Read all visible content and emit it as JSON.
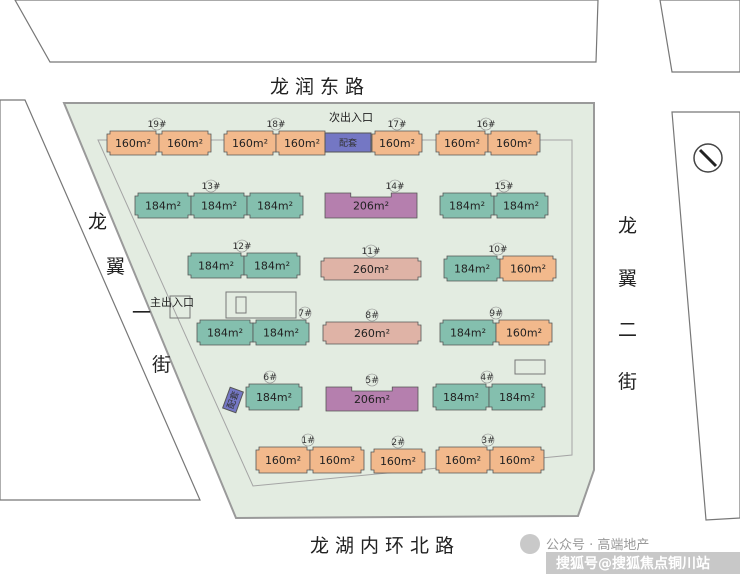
{
  "roads": {
    "north": "龙润东路",
    "south": "龙湖内环北路",
    "west": [
      "龙",
      "翼",
      "一",
      "街"
    ],
    "east": [
      "龙",
      "翼",
      "二",
      "街"
    ]
  },
  "gates": {
    "secondary": "次出入口",
    "main": "主出入口"
  },
  "small_labels": {
    "north_facility": "配套",
    "west_facility": "配套"
  },
  "colors": {
    "site": "#e3ece1",
    "site_border": "#9a9a9a",
    "block_outline": "#555555",
    "unit_160": "#f2b98c",
    "unit_184": "#84bfae",
    "unit_206": "#b57fae",
    "unit_260": "#dfb3a6",
    "facility": "#7477c4"
  },
  "buildings": [
    {
      "id": "19#",
      "units": [
        "160m²",
        "160m²"
      ]
    },
    {
      "id": "18#",
      "units": [
        "160m²",
        "160m²"
      ]
    },
    {
      "id": "17#",
      "units": [
        "160m²"
      ]
    },
    {
      "id": "16#",
      "units": [
        "160m²",
        "160m²"
      ]
    },
    {
      "id": "13#",
      "units": [
        "184m²",
        "184m²",
        "184m²"
      ]
    },
    {
      "id": "14#",
      "units": [
        "206m²"
      ]
    },
    {
      "id": "15#",
      "units": [
        "184m²",
        "184m²"
      ]
    },
    {
      "id": "12#",
      "units": [
        "184m²",
        "184m²"
      ]
    },
    {
      "id": "11#",
      "units": [
        "260m²"
      ]
    },
    {
      "id": "10#",
      "units": [
        "184m²",
        "160m²"
      ]
    },
    {
      "id": "7#",
      "units": [
        "184m²",
        "184m²"
      ]
    },
    {
      "id": "8#",
      "units": [
        "260m²"
      ]
    },
    {
      "id": "9#",
      "units": [
        "184m²",
        "160m²"
      ]
    },
    {
      "id": "6#",
      "units": [
        "184m²"
      ]
    },
    {
      "id": "5#",
      "units": [
        "206m²"
      ]
    },
    {
      "id": "4#",
      "units": [
        "184m²",
        "184m²"
      ]
    },
    {
      "id": "1#",
      "units": [
        "160m²",
        "160m²"
      ]
    },
    {
      "id": "2#",
      "units": [
        "160m²"
      ]
    },
    {
      "id": "3#",
      "units": [
        "160m²",
        "160m²"
      ]
    }
  ],
  "watermark": {
    "line1": "公众号 · 高端地产",
    "line2": "搜狐号@搜狐焦点铜川站"
  }
}
